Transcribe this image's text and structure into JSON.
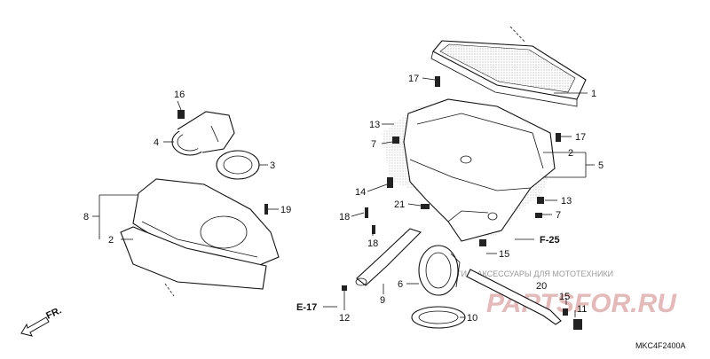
{
  "diagram": {
    "callouts": [
      "1",
      "2",
      "3",
      "4",
      "5",
      "6",
      "7",
      "8",
      "9",
      "10",
      "11",
      "12",
      "13",
      "14",
      "15",
      "16",
      "17",
      "18",
      "19",
      "20",
      "21"
    ],
    "refs": {
      "f25": "F-25",
      "e17": "E-17",
      "fr": "FR."
    },
    "code": "MKC4F2400A",
    "watermark": "ЧАСТИ И АКСЕССУАРЫ ДЛЯ МОТОТЕХНИКИ",
    "brand": "PARTSFOR.RU"
  }
}
